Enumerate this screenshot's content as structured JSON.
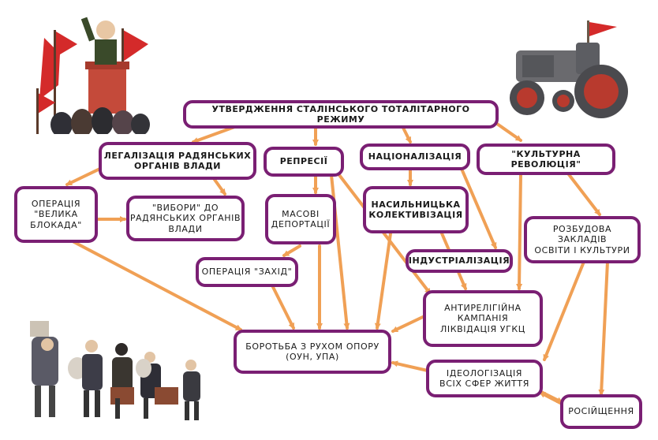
{
  "diagram": {
    "nodes": {
      "root": "УТВЕРДЖЕННЯ СТАЛІНСЬКОГО ТОТАЛІТАРНОГО РЕЖИМУ",
      "legalization": "ЛЕГАЛІЗАЦІЯ РАДЯНСЬКИХ\nОРГАНІВ ВЛАДИ",
      "repressions": "РЕПРЕСІЇ",
      "nationalization": "НАЦІОНАЛІЗАЦІЯ",
      "cultural_revolution": "\"КУЛЬТУРНА РЕВОЛЮЦІЯ\"",
      "operation_blockade": "ОПЕРАЦІЯ\n\"ВЕЛИКА\nБЛОКАДА\"",
      "elections": "\"ВИБОРИ\" ДО\nРАДЯНСЬКИХ ОРГАНІВ\nВЛАДИ",
      "mass_deportations": "МАСОВІ\nДЕПОРТАЦІЇ",
      "forced_collectivization": "НАСИЛЬНИЦЬКА\nКОЛЕКТИВІЗАЦІЯ",
      "industrialization": "ІНДУСТРІАЛІЗАЦІЯ",
      "education_culture": "РОЗБУДОВА ЗАКЛАДІВ\nОСВІТИ І КУЛЬТУРИ",
      "operation_west": "ОПЕРАЦІЯ \"ЗАХІД\"",
      "anti_religious": "АНТИРЕЛІГІЙНА\nКАМПАНІЯ\nЛІКВІДАЦІЯ УГКЦ",
      "fight_resistance": "БОРОТЬБА З РУХОМ ОПОРУ\n(ОУН, УПА)",
      "ideologization": "ІДЕОЛОГІЗАЦІЯ\nВСІХ СФЕР ЖИТТЯ",
      "russification": "РОСІЙЩЕННЯ"
    },
    "colors": {
      "border": "#7a1f73",
      "arrow": "#f0a055"
    }
  },
  "illustrations": [
    "speaker-at-rally",
    "tractor-with-red-flag",
    "deportees-with-luggage"
  ]
}
